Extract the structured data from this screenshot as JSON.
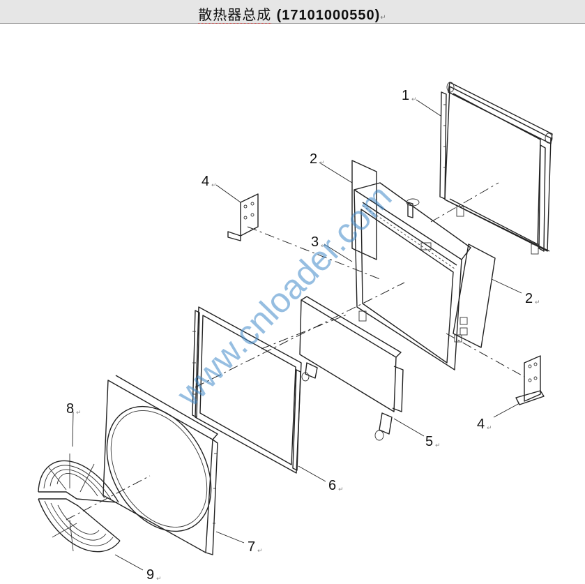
{
  "title": {
    "name_zh": "散热器总成",
    "part_number": "(17101000550)",
    "para_mark": "↵"
  },
  "watermark": "www.cnloader.com",
  "callouts": [
    {
      "id": "c1",
      "label": "1",
      "mark": "↵",
      "part": "radiator-frame"
    },
    {
      "id": "c2a",
      "label": "2",
      "mark": "↵",
      "part": "side-seal-plate"
    },
    {
      "id": "c2b",
      "label": "2",
      "mark": "↵",
      "part": "side-seal-plate"
    },
    {
      "id": "c3",
      "label": "3",
      "mark": "↵",
      "part": "radiator-core"
    },
    {
      "id": "c4a",
      "label": "4",
      "mark": "↵",
      "part": "mounting-bracket"
    },
    {
      "id": "c4b",
      "label": "4",
      "mark": "↵",
      "part": "mounting-bracket"
    },
    {
      "id": "c5",
      "label": "5",
      "mark": "↵",
      "part": "cooler"
    },
    {
      "id": "c6",
      "label": "6",
      "mark": "↵",
      "part": "front-frame"
    },
    {
      "id": "c7",
      "label": "7",
      "mark": "↵",
      "part": "fan-shroud"
    },
    {
      "id": "c8",
      "label": "8",
      "mark": "↵",
      "part": "upper-fan-guard"
    },
    {
      "id": "c9",
      "label": "9",
      "mark": "↵",
      "part": "lower-fan-guard"
    }
  ]
}
